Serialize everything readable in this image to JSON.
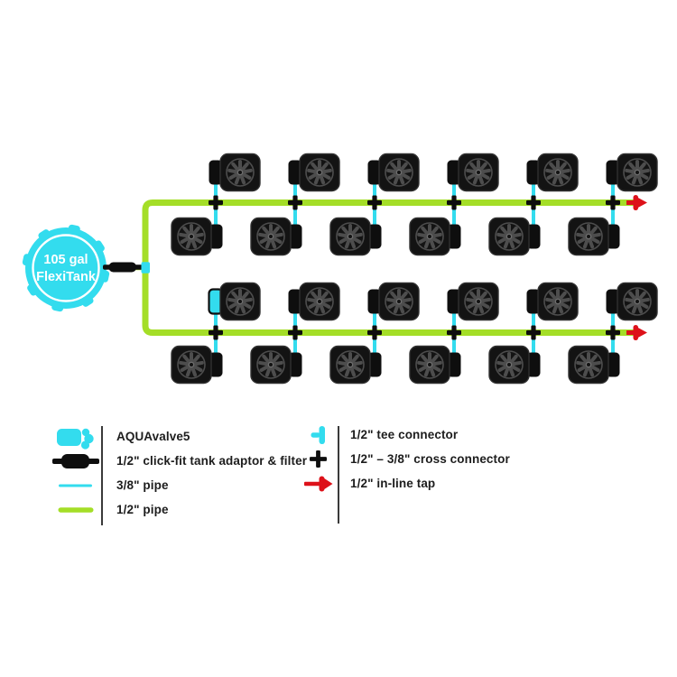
{
  "tank": {
    "line1": "105 gal",
    "line2": "FlexiTank"
  },
  "system": {
    "total_pots": 24,
    "rows": 4,
    "pots_per_row": 6,
    "irrigation_lines": 2,
    "highlighted_aquavalve": {
      "row": 3,
      "pot": 1
    }
  },
  "colors": {
    "cyan": "#33dcee",
    "green": "#a4de27",
    "red": "#dd1119",
    "black": "#0e0e0e",
    "pot_fill": "#131313",
    "pot_edge": "#303030",
    "pot_detail": "#4d4d4d",
    "pot_hub": "#6e6e6e",
    "text": "#1d1d1d"
  },
  "legend": {
    "left": [
      {
        "icon": "aquavalve-icon",
        "label": "AQUAvalve5"
      },
      {
        "icon": "tank-adaptor-icon",
        "label": "1/2\" click-fit tank adaptor & filter"
      },
      {
        "icon": "pipe-3-8-icon",
        "label": "3/8\" pipe"
      },
      {
        "icon": "pipe-1-2-icon",
        "label": "1/2\" pipe"
      }
    ],
    "right": [
      {
        "icon": "tee-connector-icon",
        "label": "1/2\" tee connector"
      },
      {
        "icon": "cross-connector-icon",
        "label": "1/2\" – 3/8\" cross connector"
      },
      {
        "icon": "inline-tap-icon",
        "label": "1/2\" in-line tap"
      }
    ]
  }
}
